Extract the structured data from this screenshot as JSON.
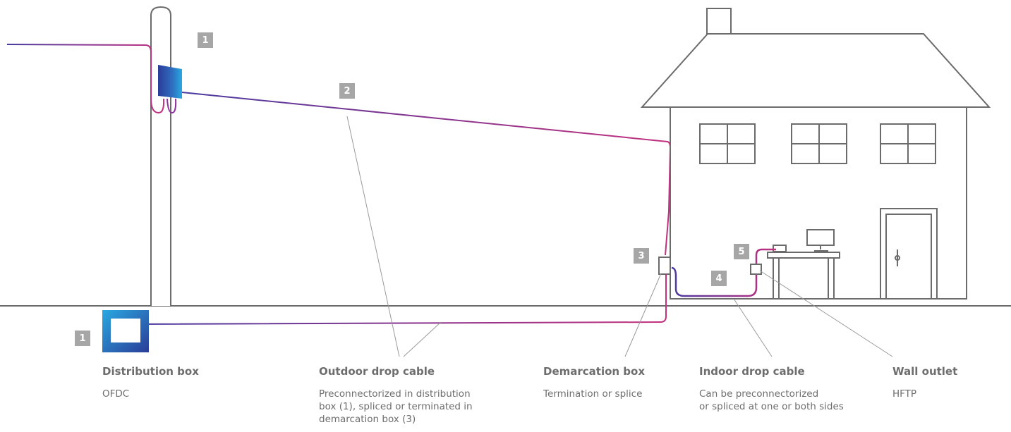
{
  "markers": {
    "distribution_box_pole": "1",
    "distribution_box_ground": "1",
    "outdoor_drop_cable": "2",
    "demarcation_box": "3",
    "indoor_drop_cable": "4",
    "wall_outlet": "5"
  },
  "captions": [
    {
      "key": "distribution_box",
      "title": "Distribution box",
      "desc": "OFDC"
    },
    {
      "key": "outdoor_drop_cable",
      "title": "Outdoor drop cable",
      "desc": "Preconnectorized in distribution\nbox (1), spliced or terminated in\ndemarcation box (3)"
    },
    {
      "key": "demarcation_box",
      "title": "Demarcation box",
      "desc": "Termination or splice"
    },
    {
      "key": "indoor_drop_cable",
      "title": "Indoor drop cable",
      "desc": "Can be preconnectorized\nor spliced at one or both sides"
    },
    {
      "key": "wall_outlet",
      "title": "Wall outlet",
      "desc": "HFTP"
    }
  ],
  "colors": {
    "cable_start": "#8e2f9e",
    "cable_end": "#c2307e",
    "cable_blue": "#4a3aa0",
    "outline": "#6b6b6b",
    "leader": "#9a9a9a",
    "marker_bg": "#a6a6a6",
    "box_light": "#29a9e1",
    "box_dark": "#2a3c97"
  }
}
